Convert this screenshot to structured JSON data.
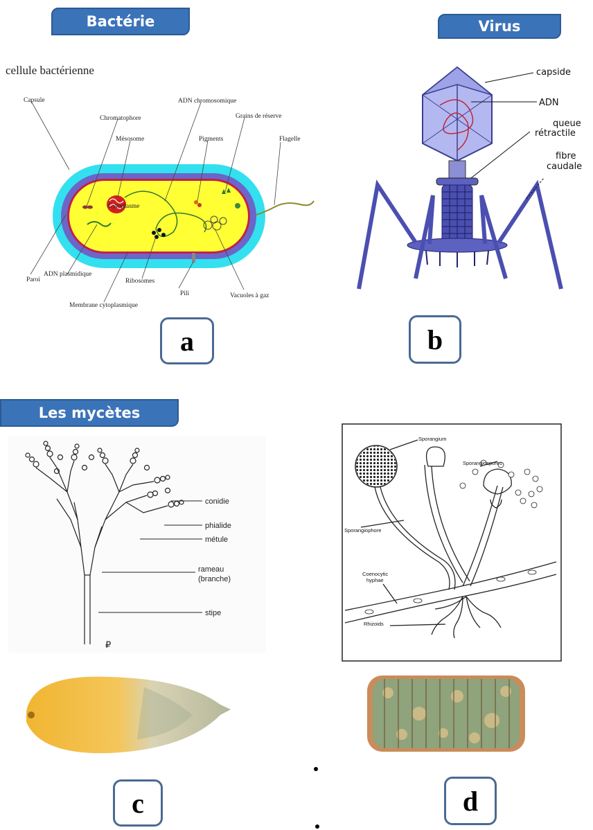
{
  "headers": {
    "bacterie": "Bactérie",
    "virus": "Virus",
    "mycetes": "Les mycètes"
  },
  "bacteria": {
    "title": "cellule bactérienne",
    "labels": {
      "capsule": "Capsule",
      "chromatophore": "Chromatophore",
      "mesosome": "Mésosome",
      "adn_chromosomique": "ADN chromosomique",
      "pigments": "Pigments",
      "grains": "Grains de réserve",
      "flagelle": "Flagelle",
      "cytoplasme": "Cytoplasme",
      "paroi": "Paroi",
      "adn_plasmidique": "ADN plasmidique",
      "ribosomes": "Ribosomes",
      "pili": "Pili",
      "vacuoles": "Vacuoles à gaz",
      "membrane": "Membrane cytoplasmique"
    }
  },
  "virus": {
    "labels": {
      "capside": "capside",
      "adn": "ADN",
      "queue1": "queue",
      "queue2": "rétractile",
      "fibre1": "fibre",
      "fibre2": "caudale"
    }
  },
  "penicillium": {
    "labels": {
      "conidie": "conidie",
      "phialide": "phialide",
      "metule": "métule",
      "rameau1": "rameau",
      "rameau2": "(branche)",
      "stipe": "stipe"
    }
  },
  "rhizopus": {
    "labels": {
      "sporangium": "Sporangium",
      "sporangiospores": "Sporangiospores",
      "sporangiophore": "Sporangiophore",
      "coeno1": "Coenocytic",
      "coeno2": "hyphae",
      "rhizoids": "Rhizoids"
    }
  },
  "letters": {
    "a": "a",
    "b": "b",
    "c": "c",
    "d": "d"
  },
  "colors": {
    "tag": "#3b73b9",
    "capsule": "#33e0ef",
    "wall": "#6b66c8",
    "cytoplasm": "#ffff33",
    "virus": "#4b4fb0"
  }
}
